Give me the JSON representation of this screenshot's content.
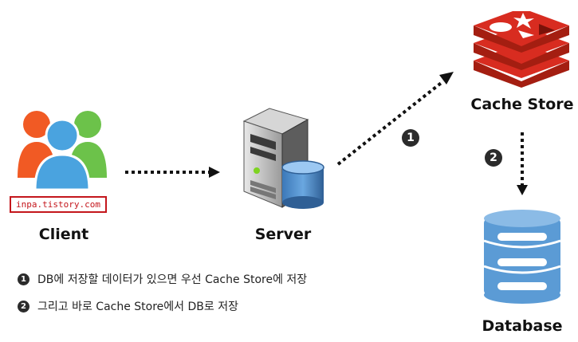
{
  "nodes": {
    "client": {
      "label": "Client",
      "watermark": "inpa.tistory.com"
    },
    "server": {
      "label": "Server"
    },
    "cache": {
      "label": "Cache Store"
    },
    "database": {
      "label": "Database"
    }
  },
  "steps": [
    {
      "number": "1",
      "text": "DB에 저장할 데이터가 있으면 우선 Cache Store에 저장"
    },
    {
      "number": "2",
      "text": "그리고 바로 Cache Store에서 DB로 저장"
    }
  ],
  "colors": {
    "redis_red": "#d82c20",
    "db_blue": "#5b9bd5",
    "person_orange": "#f15a24",
    "person_green": "#6cc24a",
    "person_blue": "#4aa3df",
    "watermark_red": "#c4161c"
  }
}
